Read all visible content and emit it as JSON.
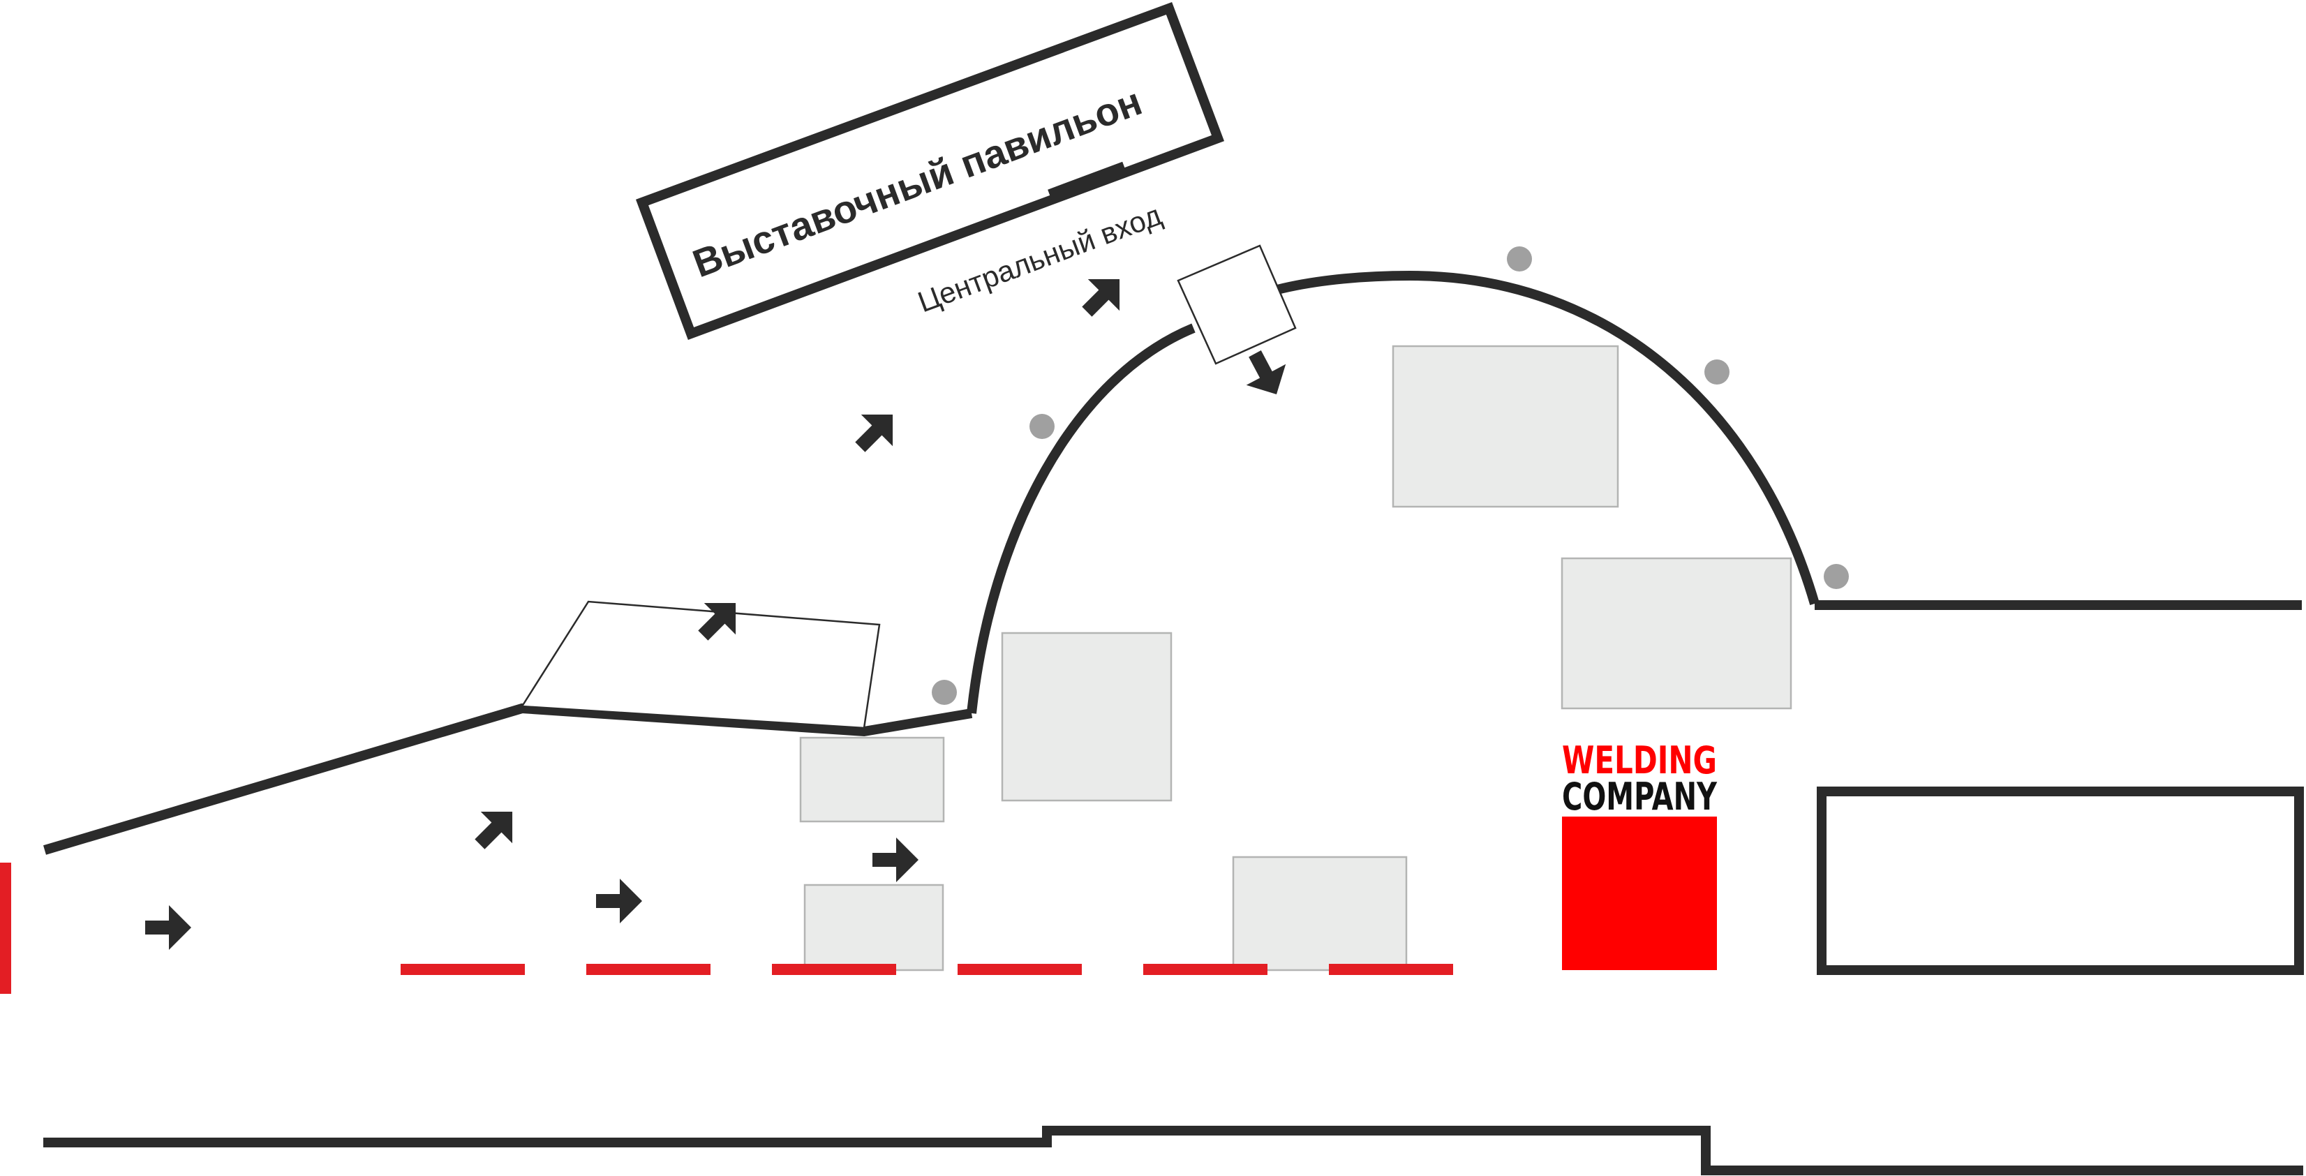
{
  "map": {
    "pavilion_label": "Выставочный павильон",
    "entrance_label": "Центральный вход"
  },
  "exhibitor": {
    "logo_line1": "WELDING",
    "logo_line2": "COMPANY"
  },
  "colors": {
    "wall": "#2b2b2b",
    "booth_fill": "#eaebea",
    "booth_stroke": "#b3b4b3",
    "accent_red": "#ff0000",
    "barrier_red": "#e31e24",
    "marker_gray": "#a0a0a0"
  },
  "icons": {
    "direction": "arrow-icon",
    "marker": "circle-marker-icon"
  }
}
